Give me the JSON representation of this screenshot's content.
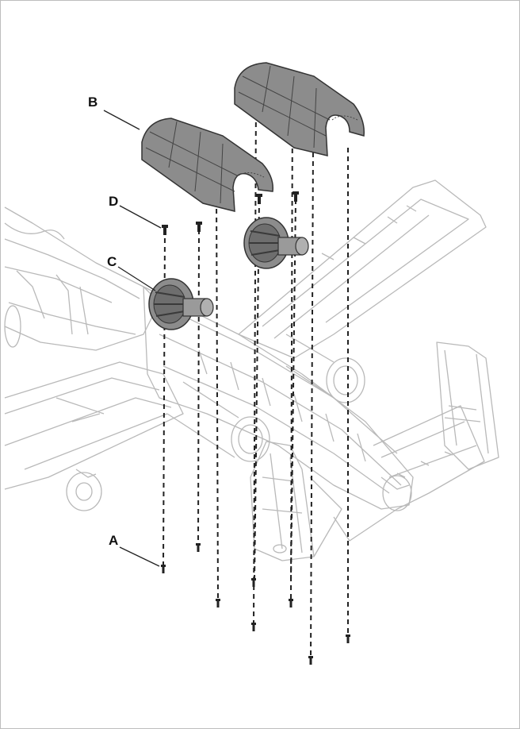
{
  "callouts": {
    "a": "A",
    "b": "B",
    "c": "C",
    "d": "D"
  },
  "colors": {
    "line_art": "#b9b9b9",
    "part_fill": "#8c8c8c",
    "part_dark": "#3a3a3a",
    "dashed_guides": "#222222"
  },
  "parts": {
    "nacelle_covers": "nacelle-cover",
    "fans": "ducted-fan-unit",
    "screws": "screw"
  }
}
